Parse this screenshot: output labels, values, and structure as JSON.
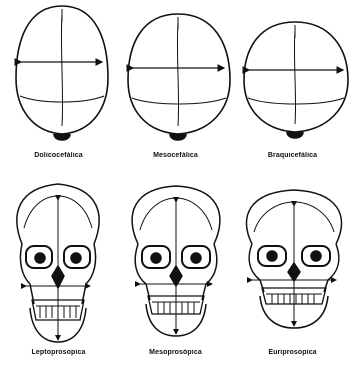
{
  "colors": {
    "ink": "#111111",
    "background": "#ffffff"
  },
  "top_row": {
    "captions": [
      "Dolicocefálica",
      "Mesocefálica",
      "Braquicefálica"
    ]
  },
  "bottom_row": {
    "captions": [
      "Leptoprosopica",
      "Mesoprosópica",
      "Euriprosopica"
    ]
  }
}
